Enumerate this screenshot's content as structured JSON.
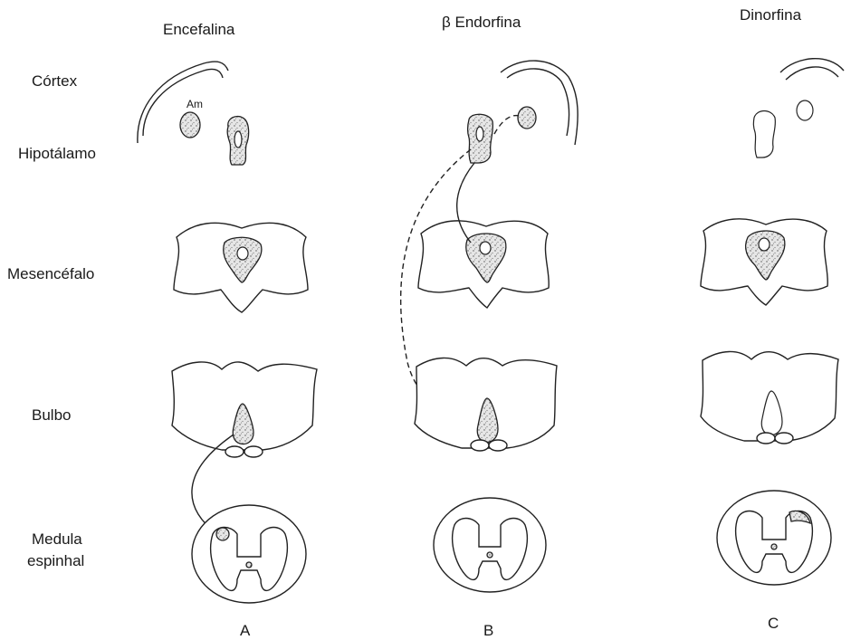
{
  "columns": {
    "a": {
      "title": "Encefalina",
      "letter": "A"
    },
    "b": {
      "title": "β Endorfina",
      "letter": "B"
    },
    "c": {
      "title": "Dinorfina",
      "letter": "C"
    }
  },
  "rows": {
    "cortex": "Córtex",
    "hipotalamo": "Hipotálamo",
    "mesencefalo": "Mesencéfalo",
    "bulbo": "Bulbo",
    "medula_line1": "Medula",
    "medula_line2": "espinhal"
  },
  "annotations": {
    "amygdala": "Am"
  }
}
